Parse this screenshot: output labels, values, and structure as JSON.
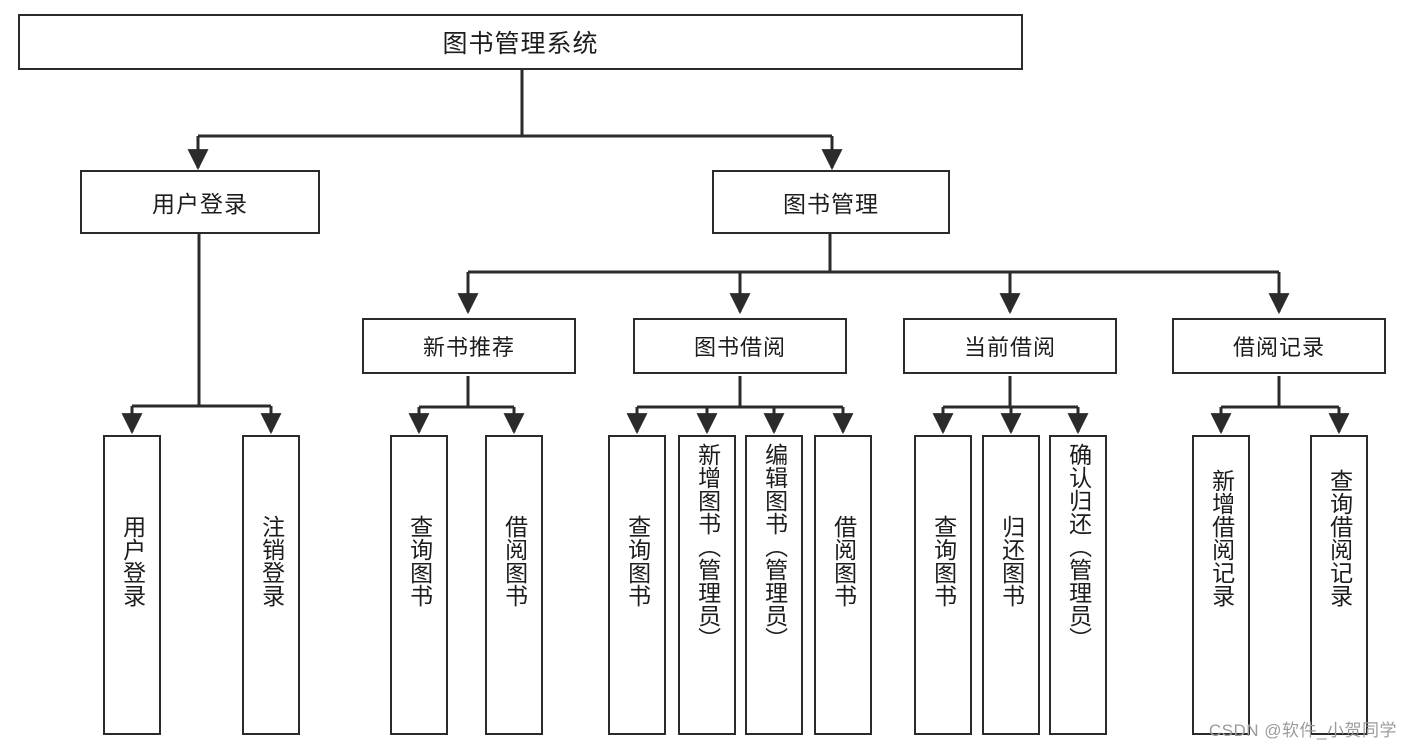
{
  "diagram": {
    "title": "图书管理系统",
    "type": "hierarchical-tree",
    "watermark": "CSDN @软件_小贺同学",
    "colors": {
      "stroke": "#2b2b2b",
      "fill": "#ffffff",
      "text": "#1d1d1d",
      "watermark": "#9b9b9b"
    },
    "root": {
      "label": "图书管理系统"
    },
    "level1": [
      {
        "id": "login",
        "label": "用户登录"
      },
      {
        "id": "bookmgmt",
        "label": "图书管理"
      }
    ],
    "level2": [
      {
        "id": "newbook",
        "label": "新书推荐"
      },
      {
        "id": "borrow",
        "label": "图书借阅"
      },
      {
        "id": "current",
        "label": "当前借阅"
      },
      {
        "id": "record",
        "label": "借阅记录"
      }
    ],
    "leaves": {
      "login": [
        {
          "label": "用户登录"
        },
        {
          "label": "注销登录"
        }
      ],
      "newbook": [
        {
          "label": "查询图书"
        },
        {
          "label": "借阅图书"
        }
      ],
      "borrow": [
        {
          "label": "查询图书"
        },
        {
          "label": "新增图书（管理员）"
        },
        {
          "label": "编辑图书（管理员）"
        },
        {
          "label": "借阅图书"
        }
      ],
      "current": [
        {
          "label": "查询图书"
        },
        {
          "label": "归还图书"
        },
        {
          "label": "确认归还（管理员）"
        }
      ],
      "record": [
        {
          "label": "新增借阅记录"
        },
        {
          "label": "查询借阅记录"
        }
      ]
    }
  }
}
